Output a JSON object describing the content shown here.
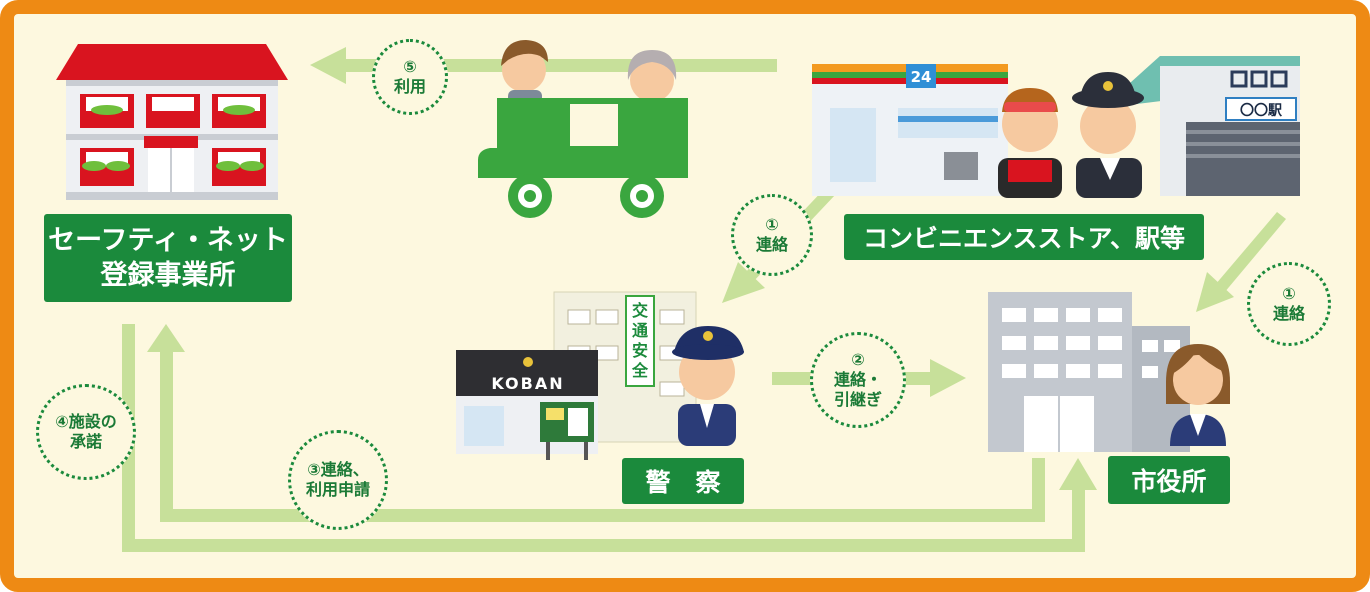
{
  "nodes": {
    "safety_net": {
      "line1": "セーフティ・ネット",
      "line2": "登録事業所"
    },
    "store": {
      "label": "コンビニエンスストア、駅等"
    },
    "police": {
      "label": "警　察"
    },
    "city_hall": {
      "label": "市役所"
    }
  },
  "steps": {
    "s1_left": {
      "num": "①",
      "label": "連絡"
    },
    "s1_right": {
      "num": "①",
      "label": "連絡"
    },
    "s2": {
      "num": "②",
      "label1": "連絡・",
      "label2": "引継ぎ"
    },
    "s3": {
      "label1": "③連絡、",
      "label2": "利用申請"
    },
    "s4": {
      "label1": "④施設の",
      "label2": "承諾"
    },
    "s5": {
      "num": "⑤",
      "label": "利用"
    }
  },
  "signs": {
    "koban": "KOBAN",
    "traffic_safety": [
      "交",
      "通",
      "安",
      "全"
    ],
    "store_number": "24",
    "station_name": "〇〇駅"
  },
  "colors": {
    "frame": "#ee8a14",
    "background": "#fdf8df",
    "label_green": "#1b8a3c",
    "arrow": "#c7e09a",
    "car": "#3aa63f"
  }
}
